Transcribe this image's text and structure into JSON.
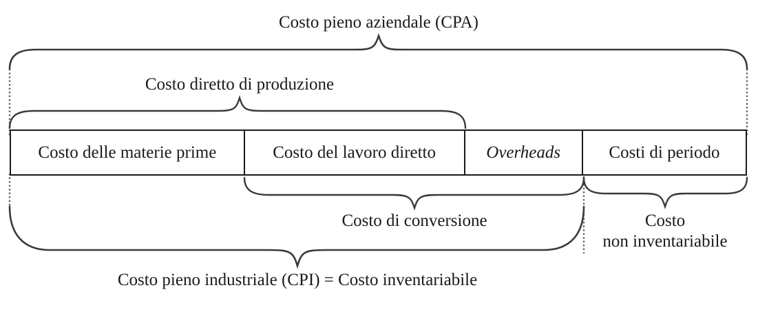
{
  "diagram": {
    "title": "Costo pieno aziendale (CPA)",
    "language": "it",
    "type": "cost-classification-bracket-diagram",
    "cost_components": [
      {
        "id": "materie-prime",
        "label": "Costo delle materie prime",
        "style": "normal"
      },
      {
        "id": "lavoro-diretto",
        "label": "Costo del lavoro diretto",
        "style": "normal"
      },
      {
        "id": "overheads",
        "label": "Overheads",
        "style": "italic"
      },
      {
        "id": "costi-periodo",
        "label": "Costi di periodo",
        "style": "normal"
      }
    ],
    "brackets": {
      "top_outer": {
        "label": "Costo pieno aziendale (CPA)",
        "spans": [
          "materie-prime",
          "lavoro-diretto",
          "overheads",
          "costi-periodo"
        ]
      },
      "top_inner": {
        "label": "Costo diretto di produzione",
        "spans": [
          "materie-prime",
          "lavoro-diretto"
        ]
      },
      "bottom_inner": {
        "label": "Costo di conversione",
        "spans": [
          "lavoro-diretto",
          "overheads"
        ]
      },
      "bottom_outer": {
        "label": "Costo pieno industriale (CPI) = Costo inventariabile",
        "spans": [
          "materie-prime",
          "lavoro-diretto",
          "overheads"
        ]
      },
      "bottom_right": {
        "label_line1": "Costo",
        "label_line2": "non inventariabile",
        "spans": [
          "costi-periodo"
        ]
      }
    },
    "colors": {
      "ink": "#1a1a1a",
      "background": "#ffffff",
      "brace": "#3a3a3a",
      "guide": "#6a6a6a"
    }
  }
}
